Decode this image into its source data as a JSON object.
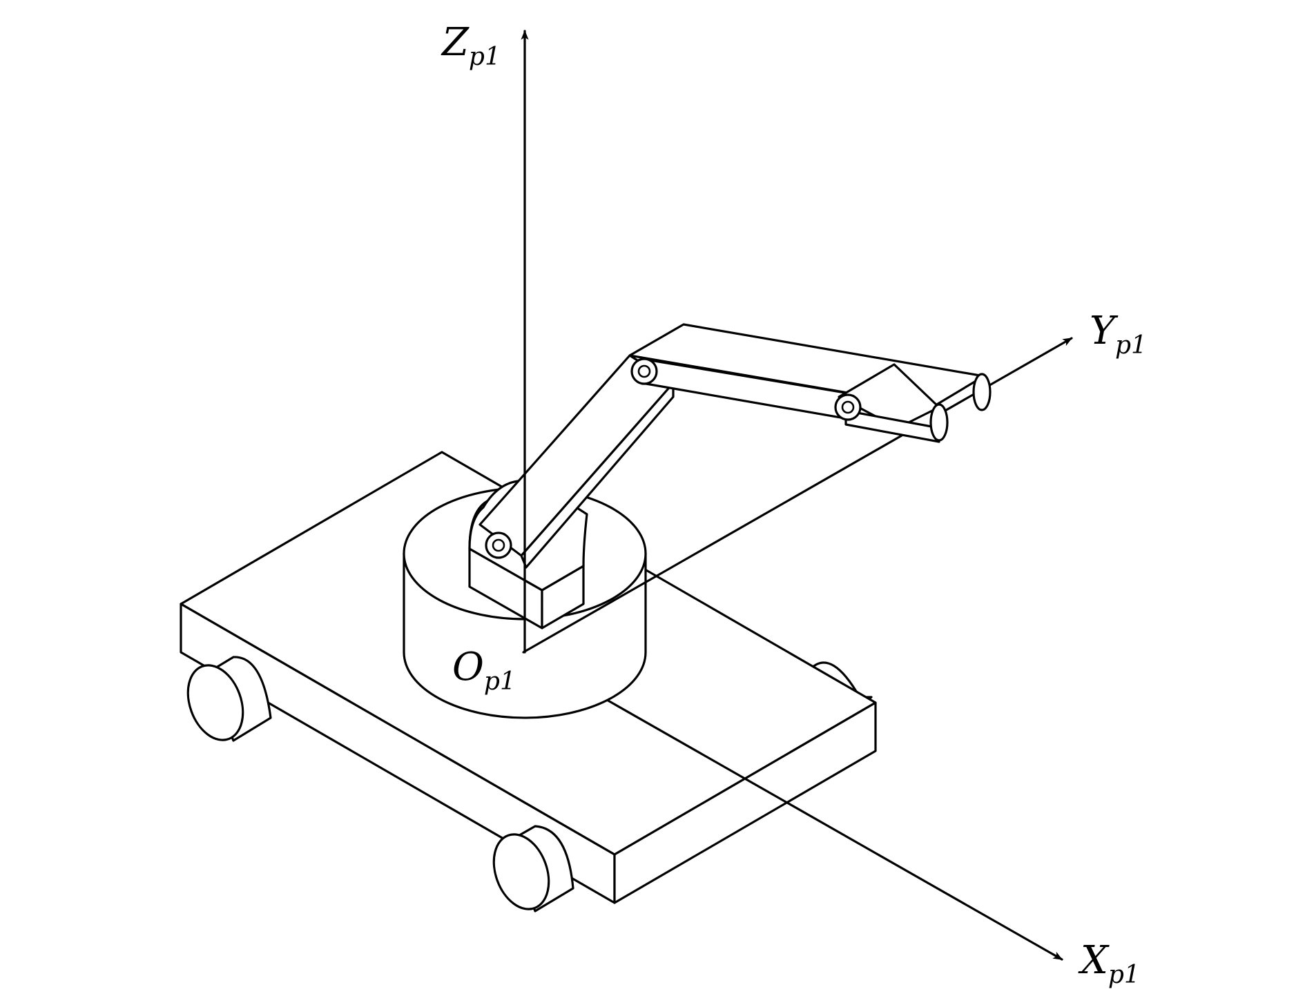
{
  "labels": {
    "z_axis": {
      "main": "Z",
      "sub": "p1"
    },
    "y_axis": {
      "main": "Y",
      "sub": "p1"
    },
    "x_axis": {
      "main": "X",
      "sub": "p1"
    },
    "origin": {
      "main": "O",
      "sub": "p1"
    }
  },
  "colors": {
    "line": "#000000",
    "background": "#ffffff"
  }
}
